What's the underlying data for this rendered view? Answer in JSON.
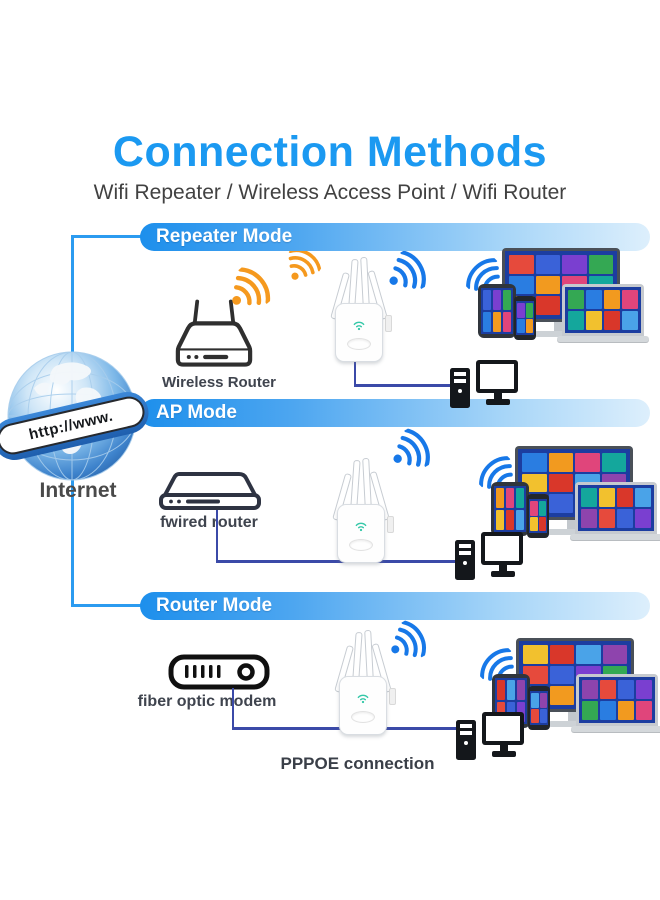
{
  "header": {
    "title": "Connection Methods",
    "subtitle": "Wifi Repeater / Wireless Access Point / Wifi Router"
  },
  "internet": {
    "label": "Internet",
    "globe_band_text": "http://www."
  },
  "modes": [
    {
      "label": "Repeater Mode",
      "device_label": "Wireless Router"
    },
    {
      "label": "AP Mode",
      "device_label": "fwired router"
    },
    {
      "label": "Router Mode",
      "device_label": "fiber optic modem",
      "connection_note": "PPPOE connection"
    }
  ],
  "icons": {
    "wifi_signal": "radiating-arcs-with-dot",
    "internet_globe": "earth-sphere-with-url-ribbon",
    "wifi_repeater": "white-wall-plug-with-4-antennas",
    "wireless_router": "outlined-router-with-2-antennas",
    "wired_router": "outlined-flat-router-box",
    "fiber_modem": "outlined-modem-with-bars-and-port",
    "desktop_pc": "tower-and-monitor",
    "client_devices": "monitor-laptop-tablet-phone"
  },
  "colors": {
    "accent_blue": "#1b99f1",
    "banner_blue": "#1d8fec",
    "connector_blue": "#2b9bf0",
    "cable_navy": "#3b4aa8",
    "wifi_orange": "#f5991e",
    "wifi_blue": "#1778e8",
    "screen_blue": "#1c3da0",
    "repeater_led_teal": "#35c8a8",
    "text_dark": "#3f444e"
  },
  "screen_tile_colors": [
    "#e64a3c",
    "#3a62d8",
    "#7a3fd0",
    "#34a853",
    "#2a7de1",
    "#f29a1f",
    "#e0457b",
    "#14a79c",
    "#f2c12e",
    "#d9372a",
    "#4aa3e8",
    "#8e44ad"
  ]
}
